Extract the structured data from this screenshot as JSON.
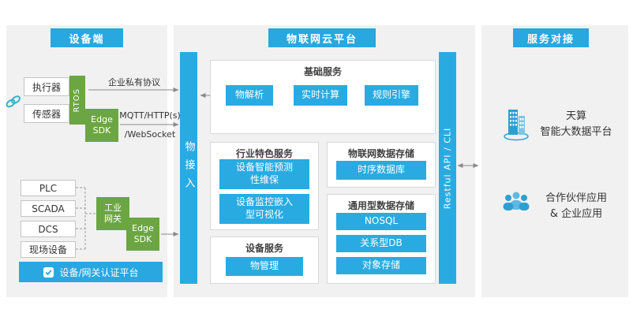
{
  "colors": {
    "accent_blue": "#28a7e1",
    "box_blue": "#29abe2",
    "green": "#6ca643",
    "panel_gray": "#f1f1f1",
    "link_teal": "#33b3c9",
    "arrow_gray": "#8a8a8a"
  },
  "device": {
    "title": "设备端",
    "link_icon": "link-icon",
    "actuator": "执行器",
    "sensor": "传感器",
    "rtos": "RTOS",
    "edge_sdk_top": "Edge SDK",
    "label_private_protocol": "企业私有协议",
    "label_mqtt": "MQTT/HTTP(s)",
    "label_websocket": "/WebSocket",
    "field_items": [
      "PLC",
      "SCADA",
      "DCS",
      "现场设备"
    ],
    "gateway": "工业网关",
    "edge_sdk_bottom": "Edge SDK",
    "auth_icon": "shield-check-icon",
    "auth_platform": "设备/网关认证平台"
  },
  "platform": {
    "title": "物联网云平台",
    "access_bar": "物接入",
    "api_bar": "Restful API / CLI",
    "basic": {
      "title": "基础服务",
      "items": [
        "物解析",
        "实时计算",
        "规则引擎"
      ]
    },
    "industry": {
      "title": "行业特色服务",
      "items": [
        "设备智能预测性维保",
        "设备监控嵌入型可视化"
      ]
    },
    "device_service": {
      "title": "设备服务",
      "items": [
        "物管理"
      ]
    },
    "iot_storage": {
      "title": "物联网数据存储",
      "items": [
        "时序数据库"
      ]
    },
    "general_storage": {
      "title": "通用型数据存储",
      "items": [
        "NOSQL",
        "关系型DB",
        "对象存储"
      ]
    }
  },
  "services": {
    "title": "服务对接",
    "items": [
      {
        "icon": "building-icon",
        "line1": "天算",
        "line2": "智能大数据平台"
      },
      {
        "icon": "people-icon",
        "line1": "合作伙伴应用",
        "line2": "& 企业应用"
      }
    ]
  }
}
